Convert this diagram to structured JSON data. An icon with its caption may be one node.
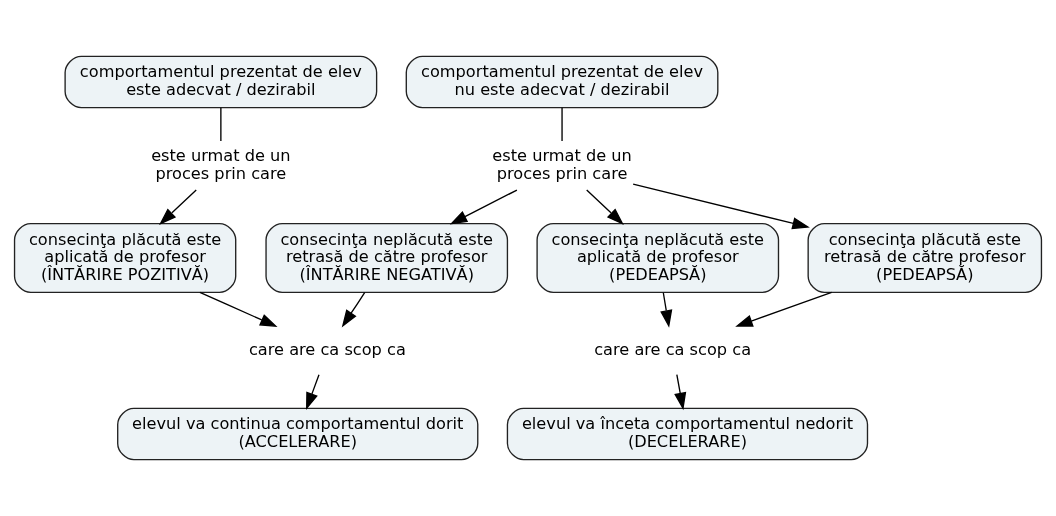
{
  "diagram": {
    "nodes": [
      {
        "text": [
          "comportamentul prezentat de elev este adecvat / dezirabil"
        ]
      },
      {
        "text": [
          "comportamentul prezentat de elev nu este adecvat / dezirabil"
        ]
      },
      {
        "text": [
          "este urmat de un proces prin care"
        ]
      },
      {
        "text": [
          "este urmat de un proces prin care"
        ]
      },
      {
        "text": [
          "consecinţa plăcută este aplicată de profesor (ÎNTĂRIRE POZITIVĂ)"
        ]
      },
      {
        "text": [
          "consecinţa neplăcută este retrasă de către profesor (ÎNTĂRIRE NEGATIVĂ)"
        ]
      },
      {
        "text": [
          "consecinţa neplăcută este aplicată de profesor (PEDEAPSĂ)"
        ]
      },
      {
        "text": [
          "consecinţa plăcută este retrasă de către profesor (PEDEAPSĂ)"
        ]
      },
      {
        "text": [
          "care are ca scop ca"
        ]
      },
      {
        "text": [
          "care are ca scop ca"
        ]
      },
      {
        "text": [
          "elevul va continua comportamentul dorit (ACCELERARE)"
        ]
      },
      {
        "text": [
          "elevul va înceta comportamentul nedorit (DECELERARE)"
        ]
      }
    ],
    "edges": [
      {
        "from": 0,
        "to": 2,
        "arrow": "none"
      },
      {
        "from": 2,
        "to": 4,
        "arrow": "to"
      },
      {
        "from": 1,
        "to": 3,
        "arrow": "none"
      },
      {
        "from": 3,
        "to": 5,
        "arrow": "to"
      },
      {
        "from": 3,
        "to": 6,
        "arrow": "to"
      },
      {
        "from": 3,
        "to": 7,
        "arrow": "to"
      },
      {
        "from": 4,
        "to": 8,
        "arrow": "to"
      },
      {
        "from": 5,
        "to": 8,
        "arrow": "to"
      },
      {
        "from": 6,
        "to": 9,
        "arrow": "to"
      },
      {
        "from": 7,
        "to": 9,
        "arrow": "to"
      },
      {
        "from": 8,
        "to": 10,
        "arrow": "to"
      },
      {
        "from": 9,
        "to": 11,
        "arrow": "to"
      }
    ]
  }
}
